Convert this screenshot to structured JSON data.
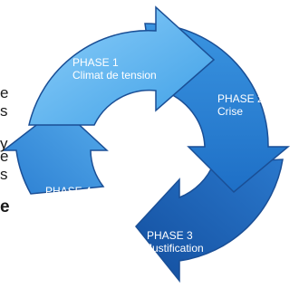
{
  "diagram": {
    "colors": {
      "phase1": "#5fb6f0",
      "phase2": "#2e86d8",
      "phase3": "#1b5fb4",
      "phase4": "#3b93dd",
      "border": "#1a4f96",
      "text": "#ffffff"
    },
    "phases": [
      {
        "label": "PHASE 1",
        "title": "Climat de tension"
      },
      {
        "label": "PHASE 2",
        "title": "Crise"
      },
      {
        "label": "PHASE 3",
        "title": "Justification"
      },
      {
        "label": "PHASE 4",
        "title": "Lune de miel"
      }
    ],
    "left_edge_fragments": [
      "e",
      "s",
      "y",
      "e",
      "s",
      "e"
    ]
  }
}
